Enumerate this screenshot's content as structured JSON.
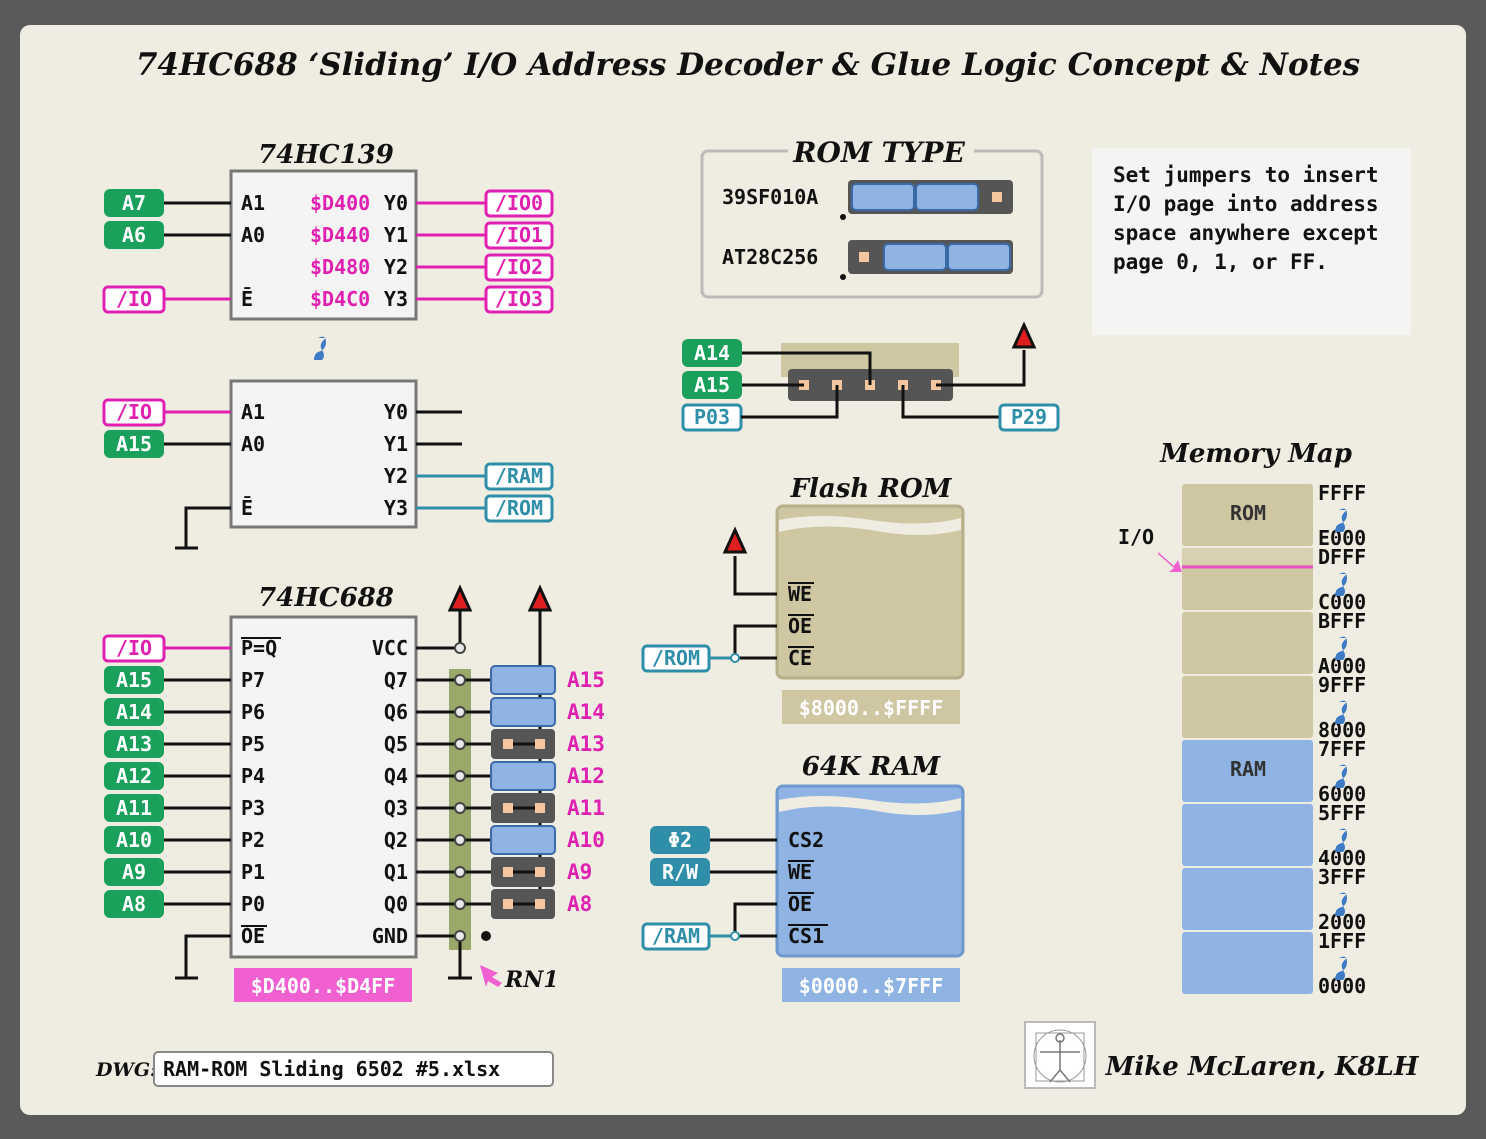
{
  "title": "74HC688 ‘Sliding’ I/O Address Decoder & Glue Logic Concept & Notes",
  "colors": {
    "green": "#1aa05a",
    "magenta": "#e020b0",
    "teal": "#2f8ea8",
    "blue": "#8fb4e3",
    "tan": "#cfc6a2",
    "chip": "#f4f4f4",
    "jumper": "#555555"
  },
  "hc139a": {
    "name": "74HC139",
    "inputs": [
      {
        "signal": "A7",
        "pin": "A1"
      },
      {
        "signal": "A6",
        "pin": "A0"
      },
      {
        "signal": "/IO",
        "pin": "Ē"
      }
    ],
    "outputs": [
      {
        "addr": "$D400",
        "pin": "Y0",
        "signal": "/IO0"
      },
      {
        "addr": "$D440",
        "pin": "Y1",
        "signal": "/IO1"
      },
      {
        "addr": "$D480",
        "pin": "Y2",
        "signal": "/IO2"
      },
      {
        "addr": "$D4C0",
        "pin": "Y3",
        "signal": "/IO3"
      }
    ]
  },
  "hc139b": {
    "inputs": [
      {
        "signal": "/IO",
        "pin": "A1"
      },
      {
        "signal": "A15",
        "pin": "A0"
      },
      {
        "signal": "",
        "pin": "Ē"
      }
    ],
    "outputs": [
      {
        "pin": "Y0",
        "signal": ""
      },
      {
        "pin": "Y1",
        "signal": ""
      },
      {
        "pin": "Y2",
        "signal": "/RAM"
      },
      {
        "pin": "Y3",
        "signal": "/ROM"
      }
    ]
  },
  "hc688": {
    "name": "74HC688",
    "left": [
      {
        "signal": "/IO",
        "pin": "P=Q"
      },
      {
        "signal": "A15",
        "pin": "P7"
      },
      {
        "signal": "A14",
        "pin": "P6"
      },
      {
        "signal": "A13",
        "pin": "P5"
      },
      {
        "signal": "A12",
        "pin": "P4"
      },
      {
        "signal": "A11",
        "pin": "P3"
      },
      {
        "signal": "A10",
        "pin": "P2"
      },
      {
        "signal": "A9",
        "pin": "P1"
      },
      {
        "signal": "A8",
        "pin": "P0"
      },
      {
        "signal": "",
        "pin": "OE"
      }
    ],
    "right": [
      "VCC",
      "Q7",
      "Q6",
      "Q5",
      "Q4",
      "Q3",
      "Q2",
      "Q1",
      "Q0",
      "GND"
    ],
    "jumpers": [
      {
        "label": "A15",
        "set": 1
      },
      {
        "label": "A14",
        "set": 1
      },
      {
        "label": "A13",
        "set": 0
      },
      {
        "label": "A12",
        "set": 1
      },
      {
        "label": "A11",
        "set": 0
      },
      {
        "label": "A10",
        "set": 1
      },
      {
        "label": "A9",
        "set": 0
      },
      {
        "label": "A8",
        "set": 0
      }
    ],
    "range": "$D400..$D4FF",
    "rn": "RN1"
  },
  "rom_type": {
    "title": "ROM TYPE",
    "options": [
      {
        "name": "39SF010A",
        "pos": "left"
      },
      {
        "name": "AT28C256",
        "pos": "right"
      }
    ]
  },
  "rom_jumper": {
    "left": [
      "A14",
      "A15",
      "P03"
    ],
    "right": "P29"
  },
  "note": [
    "Set jumpers to insert",
    "I/O page into address",
    "space anywhere except",
    "page 0, 1, or FF."
  ],
  "flash": {
    "title": "Flash ROM",
    "pins": [
      "WE",
      "OE",
      "CE"
    ],
    "signal": "/ROM",
    "range": "$8000..$FFFF"
  },
  "ram": {
    "title": "64K RAM",
    "pins": [
      {
        "signal": "Φ2",
        "pin": "CS2"
      },
      {
        "signal": "R/W",
        "pin": "WE"
      },
      {
        "signal": "",
        "pin": "OE"
      },
      {
        "signal": "/RAM",
        "pin": "CS1"
      }
    ],
    "range": "$0000..$7FFF"
  },
  "memory_map": {
    "title": "Memory Map",
    "io_label": "I/O",
    "blocks": [
      {
        "label": "ROM",
        "top": "FFFF",
        "bottom": "E000",
        "type": "rom"
      },
      {
        "label": "",
        "top": "DFFF",
        "bottom": "C000",
        "type": "rom-io"
      },
      {
        "label": "",
        "top": "BFFF",
        "bottom": "A000",
        "type": "rom"
      },
      {
        "label": "",
        "top": "9FFF",
        "bottom": "8000",
        "type": "rom"
      },
      {
        "label": "RAM",
        "top": "7FFF",
        "bottom": "6000",
        "type": "ram"
      },
      {
        "label": "",
        "top": "5FFF",
        "bottom": "4000",
        "type": "ram"
      },
      {
        "label": "",
        "top": "3FFF",
        "bottom": "2000",
        "type": "ram"
      },
      {
        "label": "",
        "top": "1FFF",
        "bottom": "0000",
        "type": "ram"
      }
    ]
  },
  "dwg_label": "DWG:",
  "dwg_file": "RAM-ROM Sliding 6502 #5.xlsx",
  "author": "Mike McLaren, K8LH"
}
